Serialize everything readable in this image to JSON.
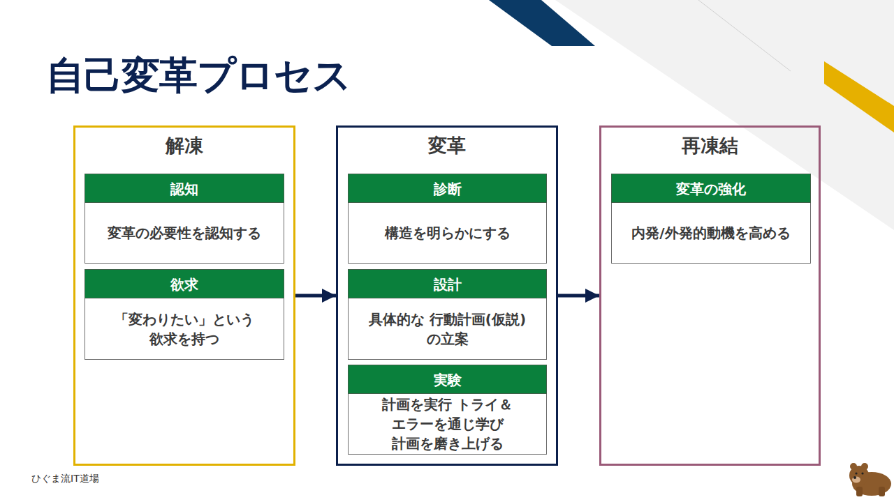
{
  "diagram": {
    "title": "自己変革プロセス",
    "nodes": [
      {
        "text": [
          "解凍"
        ]
      },
      {
        "text": [
          "認知",
          "変革の必要性を認知する"
        ],
        "in": 0
      },
      {
        "text": [
          "欲求",
          "「変わりたい」という 欲求を持つ"
        ],
        "in": 0
      },
      {
        "text": [
          "変革"
        ]
      },
      {
        "text": [
          "診断",
          "構造を明らかにする"
        ],
        "in": 3
      },
      {
        "text": [
          "設計",
          "具体的な 行動計画(仮説)の立案"
        ],
        "in": 3
      },
      {
        "text": [
          "実験",
          "計画を実行 トライ＆エラーを通じ学び 計画を磨き上げる"
        ],
        "in": 3
      },
      {
        "text": [
          "再凍結"
        ]
      },
      {
        "text": [
          "変革の強化",
          "内発/外発的動機を高める"
        ],
        "in": 7
      }
    ],
    "edges": [
      {
        "from": 0,
        "to": 3,
        "arrow": "to"
      },
      {
        "from": 3,
        "to": 7,
        "arrow": "to"
      }
    ],
    "labels": [
      "ひぐま流IT道場"
    ]
  }
}
